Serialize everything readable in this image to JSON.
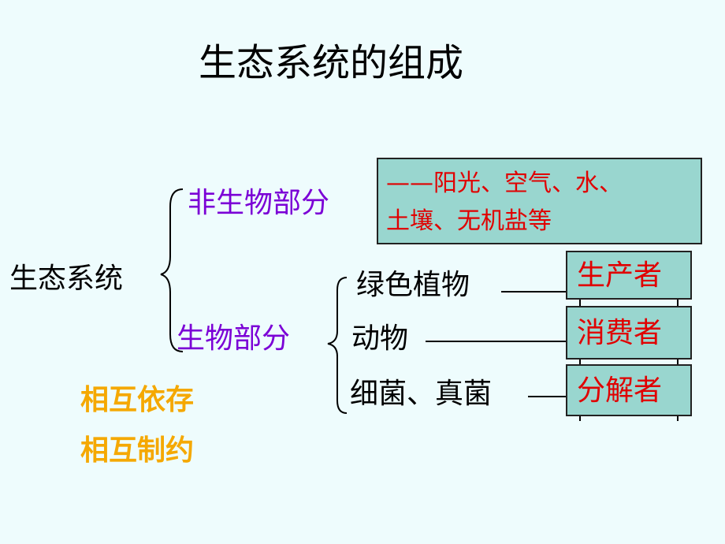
{
  "title": "生态系统的组成",
  "root": "生态系统",
  "branches": {
    "abiotic": {
      "label": "非生物部分",
      "examples_line1": "——阳光、空气、水、",
      "examples_line2": "土壤、无机盐等"
    },
    "biotic": {
      "label": "生物部分",
      "members": [
        {
          "name": "绿色植物",
          "role": "生产者"
        },
        {
          "name": "动物",
          "role": "消费者"
        },
        {
          "name": "细菌、真菌",
          "role": "分解者"
        }
      ]
    }
  },
  "relation": {
    "line1": "相互依存",
    "line2": "相互制约"
  },
  "colors": {
    "background": "#eefcfd",
    "branch_label": "#7b00d6",
    "box_fill": "#99d6cf",
    "role_text": "#e00000",
    "relation_text": "#f5a800"
  }
}
